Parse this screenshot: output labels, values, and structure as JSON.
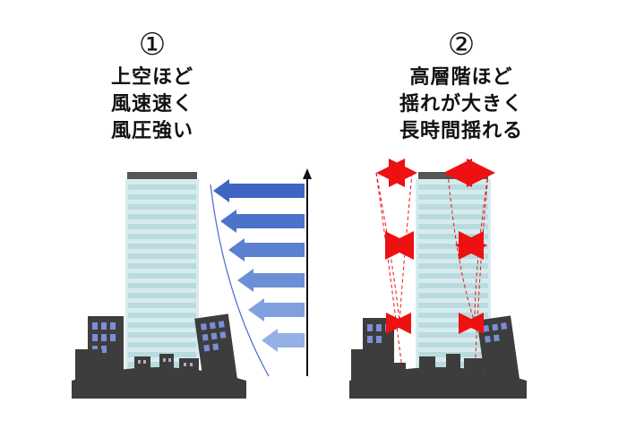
{
  "panels": [
    {
      "number": "①",
      "lines": [
        "上空ほど",
        "風速速く",
        "風圧強い"
      ],
      "arrow_color": "#4a72c4"
    },
    {
      "number": "②",
      "lines": [
        "高層階ほど",
        "揺れが大きく",
        "長時間揺れる"
      ],
      "sway_color": "#ee1111"
    }
  ],
  "colors": {
    "building_glass": "#b9dbe0",
    "building_band": "#8fbfc7",
    "building_roof": "#555555",
    "city_dark": "#3d3d3d",
    "city_window": "#7a8fd8"
  }
}
